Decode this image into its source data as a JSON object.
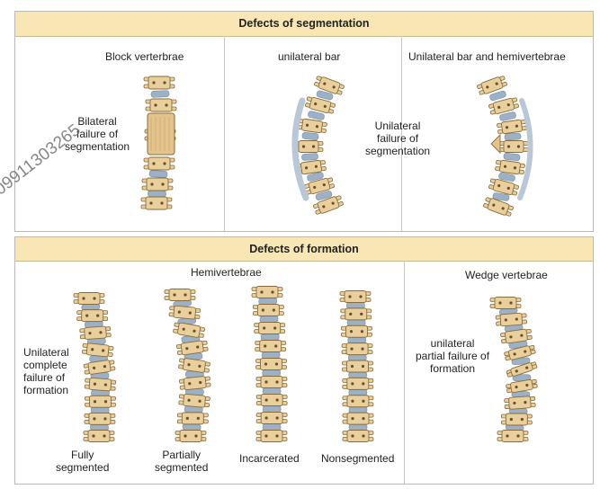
{
  "sections": {
    "segmentation": {
      "title": "Defects of segmentation",
      "panels": {
        "block": {
          "title": "Block verterbrae",
          "note": [
            "Bilateral",
            "failure of",
            "segmentation"
          ]
        },
        "unilateral_bar": {
          "title": "unilateral bar",
          "note": [
            "Unilateral",
            "failure of",
            "segmentation"
          ]
        },
        "bar_hemi": {
          "title": "Unilateral bar and hemivertebrae"
        }
      }
    },
    "formation": {
      "title": "Defects of formation",
      "hemivertebrae": {
        "title": "Hemivertebrae",
        "note": [
          "Unilateral",
          "complete",
          "failure of",
          "formation"
        ],
        "captions": {
          "fully": [
            "Fully",
            "segmented"
          ],
          "partially": [
            "Partially",
            "segmented"
          ],
          "incarcerated": "Incarcerated",
          "nonsegmented": "Nonsegmented"
        }
      },
      "wedge": {
        "title": "Wedge vertebrae",
        "note": [
          "unilateral",
          "partial failure of",
          "formation"
        ]
      }
    }
  },
  "watermark": "09911303265",
  "colors": {
    "header_bg": "#f8e7b4",
    "bone": "#e9cf9c",
    "bone_outline": "#8a6a3a",
    "disc": "#9db1c6",
    "disc_dark": "#7f95ad"
  }
}
